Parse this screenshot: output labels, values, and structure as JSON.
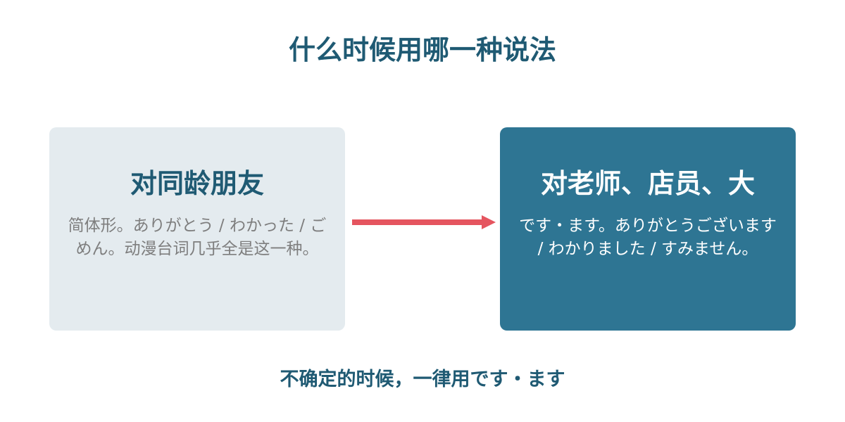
{
  "title": "什么时候用哪一种说法",
  "left_card": {
    "heading": "对同龄朋友",
    "description": "简体形。ありがとう / わかった / ごめん。动漫台词几乎全是这一种。"
  },
  "right_card": {
    "heading": "对老师、店员、大",
    "description": "です・ます。ありがとうございます / わかりました / すみません。"
  },
  "footer": "不确定的时候，一律用です・ます",
  "colors": {
    "title": "#1f5a73",
    "left_card_bg": "#e4ebef",
    "right_card_bg": "#2e7593",
    "arrow": "#e5555f"
  }
}
